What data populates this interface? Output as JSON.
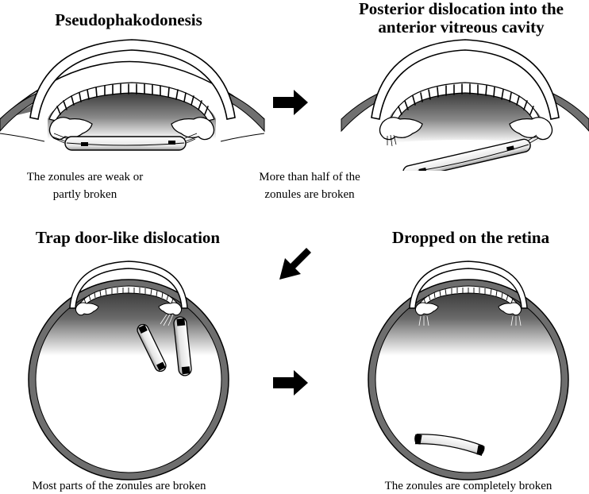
{
  "panels": {
    "pseudophakodonesis": {
      "title": "Pseudophakodonesis",
      "caption": [
        "The zonules are weak or",
        "partly broken"
      ]
    },
    "posterior_dislocation": {
      "title": [
        "Posterior dislocation into the",
        "anterior vitreous cavity"
      ],
      "caption": [
        "More than half of the",
        "zonules are broken"
      ]
    },
    "trap_door": {
      "title": "Trap door-like dislocation",
      "caption": "Most parts of the zonules are broken"
    },
    "dropped": {
      "title": "Dropped on the retina",
      "caption": "The zonules are completely broken"
    }
  },
  "colors": {
    "outline": "#000000",
    "sclera": "#707070",
    "vitreous_dark": "#3a3a3a",
    "background": "#ffffff"
  },
  "icons": [
    "arrow-right-icon",
    "arrow-down-left-icon"
  ]
}
